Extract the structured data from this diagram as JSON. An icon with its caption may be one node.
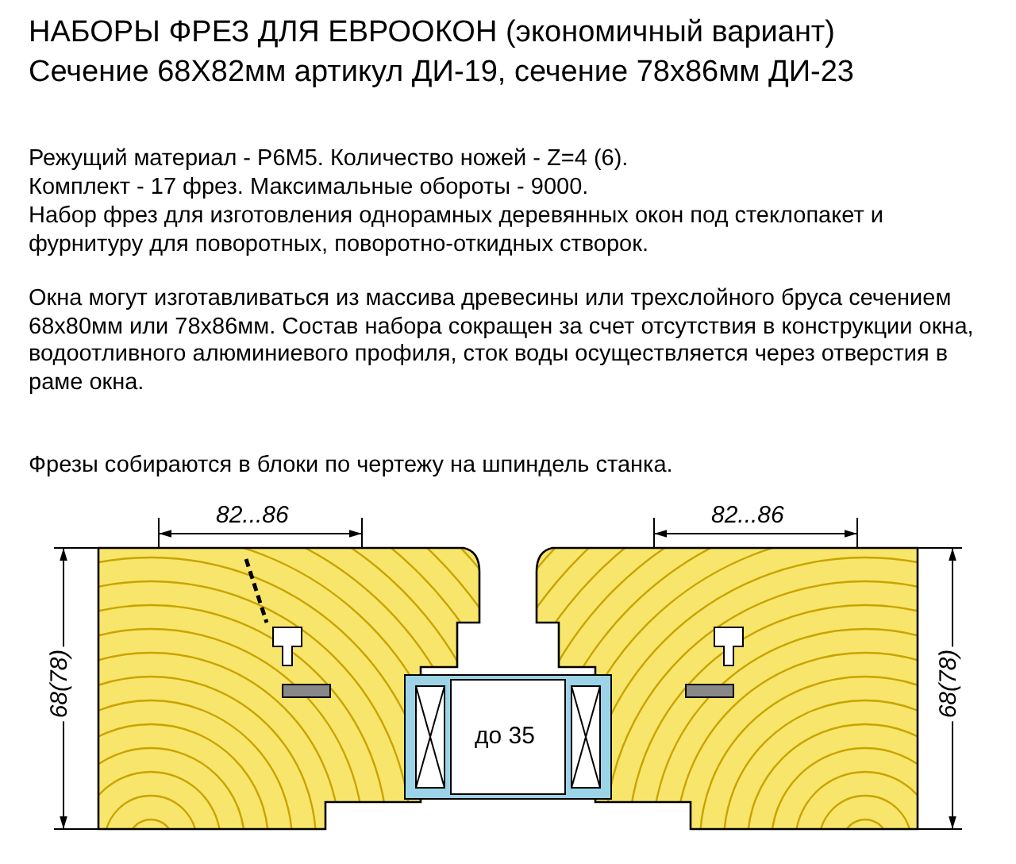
{
  "diagram": {
    "title": "НАБОРЫ ФРЕЗ ДЛЯ ЕВРООКОН (экономичный вариант)",
    "labels": [
      "Сечение 68Х82мм артикул ДИ-19, сечение 78х86мм ДИ-23",
      "Режущий материал - Р6М5. Количество ножей - Z=4 (6).",
      "Комплект - 17 фрез. Максимальные обороты - 9000.",
      "Набор фрез для изготовления однорамных деревянных окон под стеклопакет и фурнитуру для поворотных, поворотно-откидных створок.",
      "Окна могут изготавливаться из массива древесины или трехслойного бруса сечением 68х80мм или 78х86мм. Состав набора сокращен за счет отсутствия в конструкции окна, водоотливного алюминиевого профиля, сток воды осуществляется через отверстия в раме окна.",
      "Фрезы собираются в блоки по чертежу на шпиндель станка.",
      "82...86",
      "82...86",
      "68(78)",
      "68(78)",
      "до 35"
    ]
  }
}
